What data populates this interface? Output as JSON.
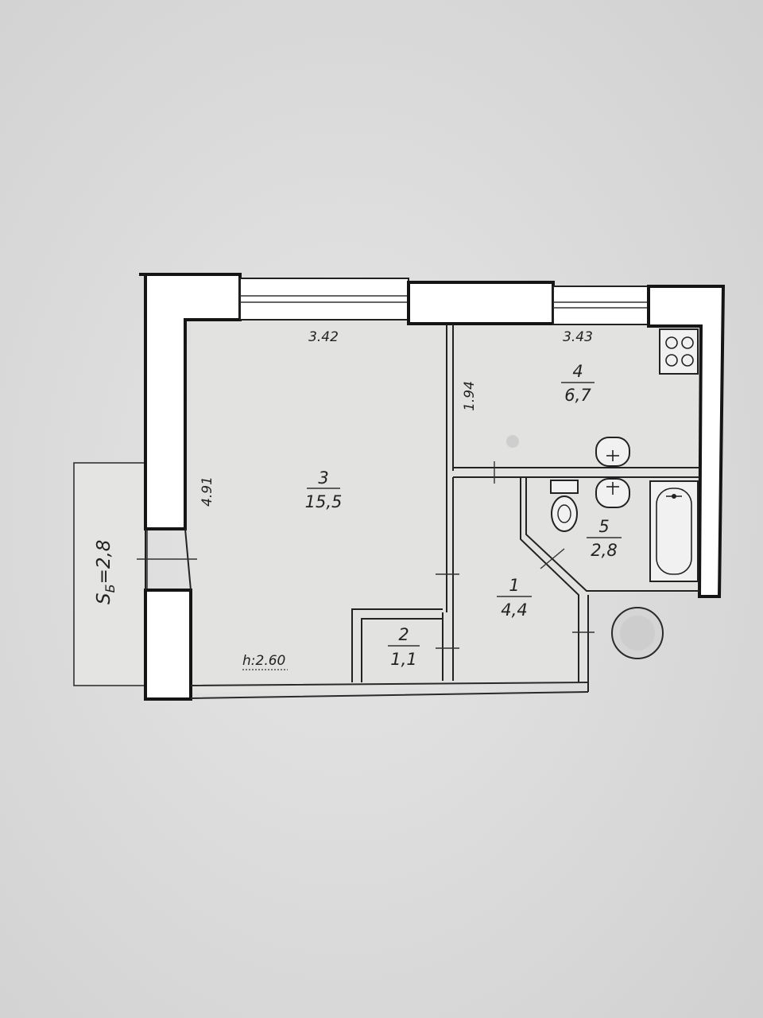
{
  "rooms": [
    {
      "number": "1",
      "area": "4,4"
    },
    {
      "number": "2",
      "area": "1,1"
    },
    {
      "number": "3",
      "area": "15,5"
    },
    {
      "number": "4",
      "area": "6,7"
    },
    {
      "number": "5",
      "area": "2,8"
    }
  ],
  "dimensions": {
    "room3_width": "3.42",
    "room4_width": "3.43",
    "room3_depth": "4.91",
    "room4_depth": "1.94",
    "ceiling_height": "h:2.60"
  },
  "balcony": {
    "label": "S",
    "subscript": "Б",
    "value": "=2,8"
  },
  "icons": [
    "stove-icon",
    "sink-icon",
    "toilet-icon",
    "bathtub-icon"
  ],
  "colors": {
    "paper": "#dcdcdc",
    "wall": "#151515",
    "line": "#222222"
  }
}
